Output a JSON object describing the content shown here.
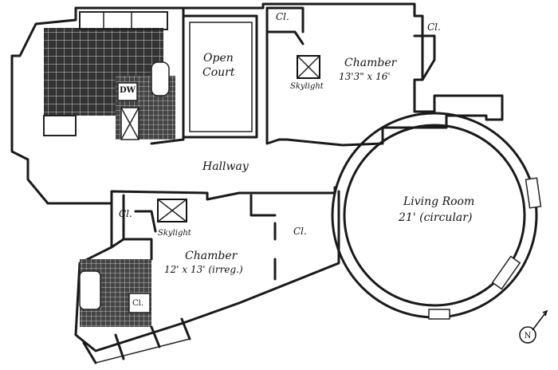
{
  "rooms": {
    "open_court": {
      "line1": "Open",
      "line2": "Court"
    },
    "chamber_1": {
      "name": "Chamber",
      "size": "13'3\" x 16'"
    },
    "skylight_1": "Skylight",
    "closet_top_left": "Cl.",
    "closet_top_right": "Cl.",
    "hallway": "Hallway",
    "living_room": {
      "name": "Living Room",
      "size": "21' (circular)"
    },
    "chamber_2": {
      "name": "Chamber",
      "size": "12' x 13' (irreg.)"
    },
    "skylight_2": "Skylight",
    "closet_mid_left": "Cl.",
    "closet_mid_right": "Cl.",
    "closet_bath": "Cl.",
    "dw_label": "DW"
  },
  "compass": {
    "letter": "N"
  }
}
